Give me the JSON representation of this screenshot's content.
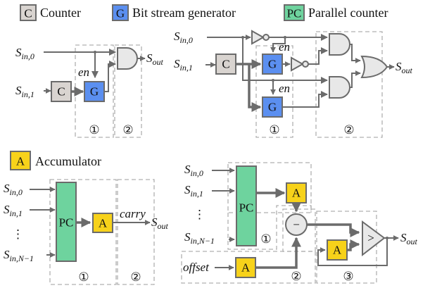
{
  "legend": {
    "counter": {
      "letter": "C",
      "label": "Counter"
    },
    "generator": {
      "letter": "G",
      "label": "Bit stream generator"
    },
    "parallel_counter": {
      "letter": "PC",
      "label": "Parallel counter"
    },
    "accumulator": {
      "letter": "A",
      "label": "Accumulator"
    }
  },
  "colors": {
    "counter": "#d9d4d0",
    "generator": "#5b8ff0",
    "parallel_counter": "#6ed39e",
    "accumulator": "#f7d21a",
    "wire": "#6b6b6b",
    "gate_fill": "#e8e8e8",
    "dashed_border": "#b0b0b0"
  },
  "signals": {
    "S": "S",
    "in0": "in,0",
    "in1": "in,1",
    "inN": "in,N−1",
    "out": "out",
    "en": "en",
    "carry": "carry",
    "offset": "offset",
    "vdots": "⋮"
  },
  "stage_labels": {
    "one": "①",
    "two": "②",
    "three": "③"
  },
  "symbols": {
    "minus": "−",
    "greater": ">"
  },
  "panels": [
    {
      "name": "top-left",
      "stages": [
        "①",
        "②"
      ]
    },
    {
      "name": "top-right",
      "stages": [
        "①",
        "②"
      ]
    },
    {
      "name": "bottom-left",
      "stages": [
        "①",
        "②"
      ]
    },
    {
      "name": "bottom-right",
      "stages": [
        "①",
        "②",
        "③"
      ]
    }
  ]
}
